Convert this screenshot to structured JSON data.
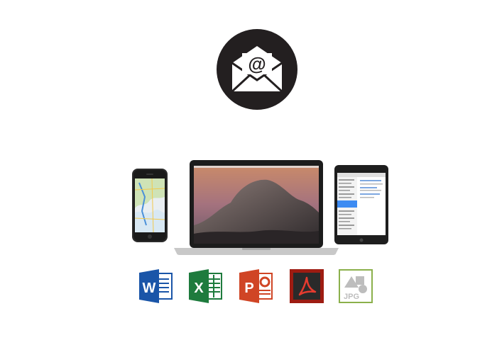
{
  "email_badge": {
    "symbol": "@",
    "icon": "email-envelope-icon",
    "color": "#231f20"
  },
  "file_types": [
    {
      "icon": "word-icon",
      "letter": "W",
      "color": "#1a55a8"
    },
    {
      "icon": "excel-icon",
      "letter": "X",
      "color": "#1e7b3d"
    },
    {
      "icon": "powerpoint-icon",
      "letter": "P",
      "color": "#d04525"
    },
    {
      "icon": "pdf-icon",
      "letter": "",
      "color": "#9e1c12"
    },
    {
      "icon": "jpg-icon",
      "letter": "JPG",
      "color": "#8bb04b"
    }
  ]
}
